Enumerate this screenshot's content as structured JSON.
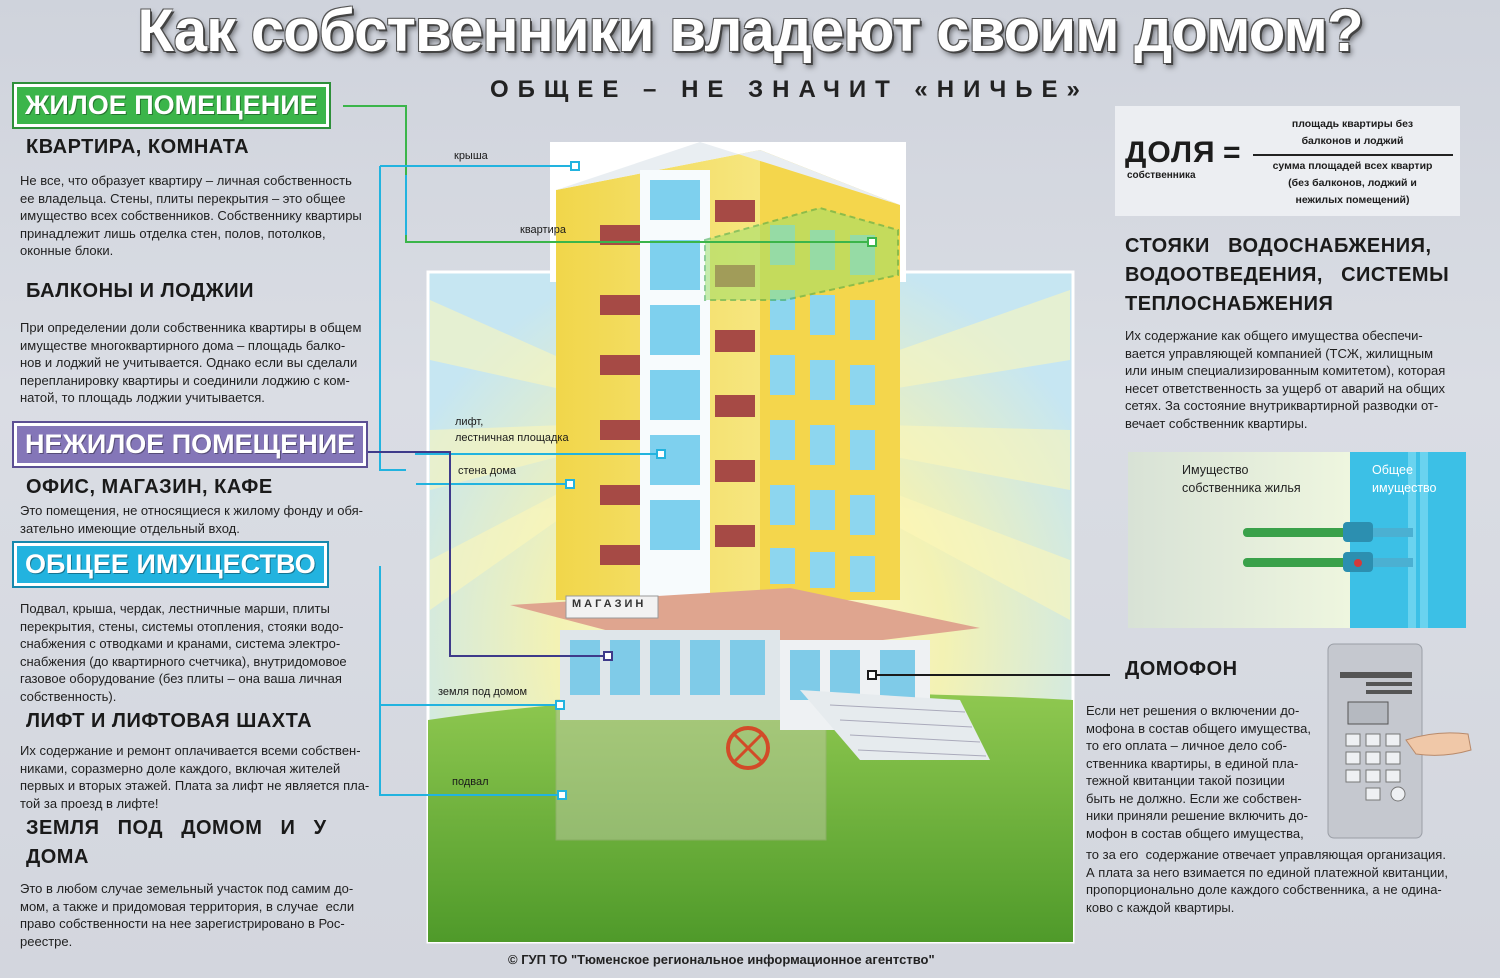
{
  "title": "Как собственники владеют своим домом?",
  "subtitle": "ОБЩЕЕ – НЕ ЗНАЧИТ «НИЧЬЕ»",
  "categories": {
    "residential": "ЖИЛОЕ ПОМЕЩЕНИЕ",
    "nonresidential": "НЕЖИЛОЕ ПОМЕЩЕНИЕ",
    "common": "ОБЩЕЕ ИМУЩЕСТВО"
  },
  "sections": {
    "apartment": {
      "heading": "КВАРТИРА, КОМНАТА",
      "lines": [
        "Не все, что образует квартиру – личная собственность",
        "ее владельца. Стены, плиты перекрытия – это общее",
        "имущество всех собственников. Собственнику квартиры",
        "принадлежит лишь отделка стен, полов, потолков,",
        "оконные блоки."
      ]
    },
    "balconies": {
      "heading": "БАЛКОНЫ И ЛОДЖИИ",
      "lines": [
        "При определении доли собственника квартиры в общем",
        "имуществе многоквартирного дома – площадь балко-",
        "нов и лоджий не учитывается. Однако если вы сделали",
        "перепланировку квартиры и соединили лоджию с ком-",
        "натой, то площадь лоджии учитывается."
      ]
    },
    "office": {
      "heading": "ОФИС, МАГАЗИН, КАФЕ",
      "lines": [
        "Это помещения, не относящиеся к жилому фонду и обя-",
        "зательно имеющие отдельный вход."
      ]
    },
    "common": {
      "lines": [
        "Подвал, крыша, чердак, лестничные марши, плиты",
        "перекрытия, стены, системы отопления, стояки водо-",
        "снабжения с отводками и кранами, система электро-",
        "снабжения (до квартирного счетчика), внутридомовое",
        "газовое оборудование (без плиты – она ваша личная",
        "собственность)."
      ]
    },
    "elevator": {
      "heading": "ЛИФТ И ЛИФТОВАЯ ШАХТА",
      "lines": [
        "Их содержание и ремонт оплачивается всеми собствен-",
        "никами, соразмерно доле каждого, включая жителей",
        "первых и вторых этажей. Плата за лифт не является пла-",
        "той за проезд в лифте!"
      ]
    },
    "land": {
      "heading_line1": "ЗЕМЛЯ   ПОД   ДОМОМ   И   У",
      "heading_line2": "ДОМА",
      "lines": [
        "Это в любом случае земельный участок под самим до-",
        "мом, а также и придомовая территория, в случае  если",
        "право собственности на нее зарегистрировано в Рос-",
        "реестре."
      ]
    },
    "risers": {
      "heading_line1": "СТОЯКИ   ВОДОСНАБЖЕНИЯ,",
      "heading_line2": "ВОДООТВЕДЕНИЯ,   СИСТЕМЫ",
      "heading_line3": "ТЕПЛОСНАБЖЕНИЯ",
      "lines": [
        "Их содержание как общего имущества обеспечи-",
        "вается управляющей компанией (ТСЖ, жилищным",
        "или иным специализированным комитетом), которая",
        "несет ответственность за ущерб от аварий на общих",
        "сетях. За состояние внутриквартирной разводки от-",
        "вечает собственник квартиры."
      ]
    },
    "intercom": {
      "heading": "ДОМОФОН",
      "lines": [
        "Если нет решения о включении до-",
        "мофона в состав общего имущества,",
        "то его оплата – личное дело соб-",
        "ственника квартиры, в единой пла-",
        "тежной квитанции такой позиции",
        "быть не должно. Если же собствен-",
        "ники приняли решение включить до-",
        "мофон в состав общего имущества,"
      ],
      "lines_wide": [
        "то за его  содержание отвечает управляющая организация.",
        "А плата за него взимается по единой платежной квитанции,",
        "пропорционально доле каждого собственника, а не одина-",
        "ково с каждой квартиры."
      ]
    }
  },
  "formula": {
    "left_big": "ДОЛЯ",
    "left_small": "собственника",
    "numerator_line1": "площадь квартиры без",
    "numerator_line2": "балконов и лоджий",
    "denominator_line1": "сумма площадей всех квартир",
    "denominator_line2": "(без балконов, лоджий и",
    "denominator_line3": "нежилых помещений)"
  },
  "pipes": {
    "owner_label_line1": "Имущество",
    "owner_label_line2": "собственника жилья",
    "common_label_line1": "Общее",
    "common_label_line2": "имущество"
  },
  "building_labels": {
    "roof": "крыша",
    "apartment": "квартира",
    "lift_line1": "лифт,",
    "lift_line2": "лестничная площадка",
    "wall": "стена дома",
    "land": "земля под домом",
    "basement": "подвал",
    "shop_sign": "МАГАЗИН"
  },
  "colors": {
    "residential": "#3bb54a",
    "nonresidential": "#8476b8",
    "common": "#22b3df"
  },
  "footer": "© ГУП ТО \"Тюменское региональное информационное агентство\""
}
